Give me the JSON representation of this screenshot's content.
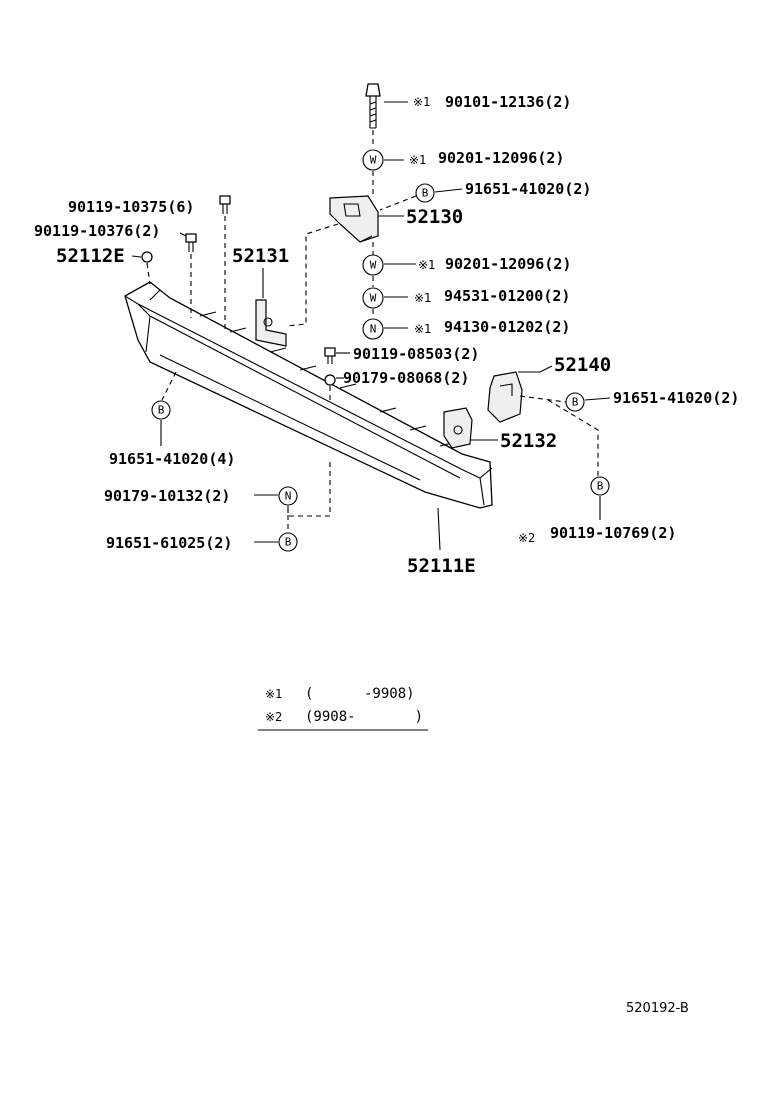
{
  "parts": {
    "bolt_top": "90101-12136(2)",
    "washer_1": "90201-12096(2)",
    "bolt_b_top": "91651-41020(2)",
    "bracket_52130": "52130",
    "washer_2": "90201-12096(2)",
    "washer_3": "94531-01200(2)",
    "nut_1": "94130-01202(2)",
    "bolt_10375": "90119-10375(6)",
    "bolt_10376": "90119-10376(2)",
    "plug_52112e": "52112E",
    "bracket_52131": "52131",
    "bolt_08503": "90119-08503(2)",
    "nut_08068": "90179-08068(2)",
    "bracket_52140": "52140",
    "bolt_b_right": "91651-41020(2)",
    "bracket_52132": "52132",
    "bolt_b_left": "91651-41020(4)",
    "nut_10132": "90179-10132(2)",
    "bolt_61025": "91651-61025(2)",
    "bolt_10769": "90119-10769(2)",
    "bumper": "52111E"
  },
  "marks": {
    "m1": "※1",
    "m2": "※2"
  },
  "symbols": {
    "washer": "W",
    "bolt": "B",
    "nut": "N"
  },
  "legend": {
    "row1_mark": "※1",
    "row1_range": "(      -9908)",
    "row2_mark": "※2",
    "row2_range": "(9908-       )"
  },
  "figure_code": "520192-B"
}
